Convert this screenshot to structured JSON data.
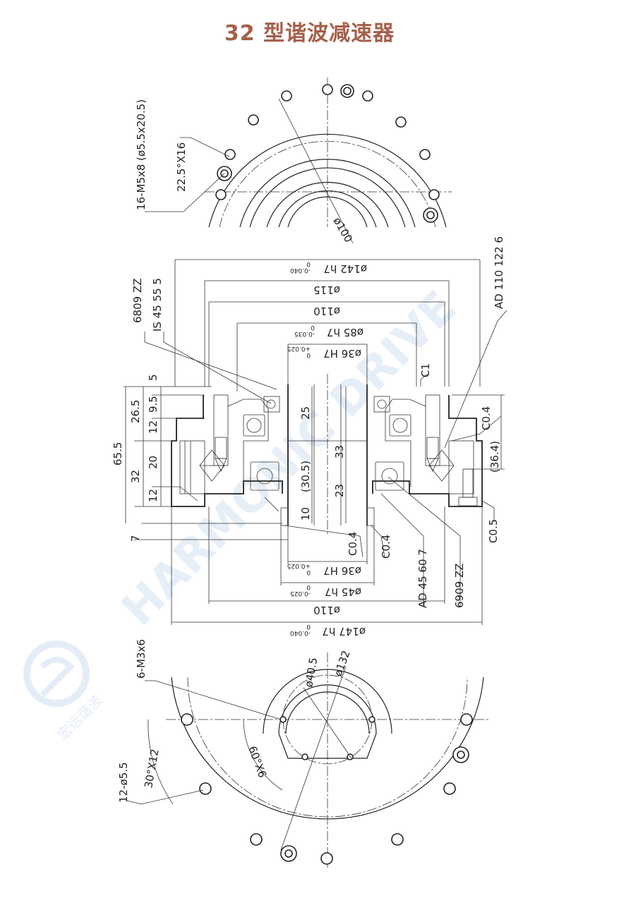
{
  "title": "32 型谐波减速器",
  "watermark": {
    "text": "HARMONIC DRIVE",
    "sub": "宏远谐波"
  },
  "top_view": {
    "holes_label": "16-M5x8 (ø5.5x20.5)",
    "angle_label": "22.5°X16",
    "diameter_label": "ø100"
  },
  "section": {
    "d142": "ø142 h7",
    "d142_tol_upper": "0",
    "d142_tol_lower": "-0.040",
    "d115": "ø115",
    "d110_top": "ø110",
    "d85": "ø85 h7",
    "d85_tol_upper": "0",
    "d85_tol_lower": "-0.035",
    "d36_top": "ø36 H7",
    "d36_top_tol_upper": "+0.025",
    "d36_top_tol_lower": "0",
    "bearing_6809": "6809 ZZ",
    "seal_is": "IS 45 55 5",
    "seal_ad_top": "AD 110 122 6",
    "c1": "C1",
    "c04_right": "C0.4",
    "c05": "C0.5",
    "c04_a": "C0.4",
    "c04_b": "C0.4",
    "dim_364": "(36.4)",
    "dim_305": "(30.5)",
    "dim_5": "5",
    "dim_95": "9.5",
    "dim_265": "26.5",
    "dim_12a": "12",
    "dim_20": "20",
    "dim_655": "65.5",
    "dim_32": "32",
    "dim_12b": "12",
    "dim_7": "7",
    "dim_25": "25",
    "dim_33": "33",
    "dim_23": "23",
    "dim_10": "10",
    "d36_bot": "ø36 H7",
    "d36_bot_tol_upper": "+0.025",
    "d36_bot_tol_lower": "0",
    "d45": "ø45 h7",
    "d45_tol_upper": "0",
    "d45_tol_lower": "-0.025",
    "d110_bot": "ø110",
    "d147": "ø147 h7",
    "d147_tol_upper": "0",
    "d147_tol_lower": "-0.040",
    "seal_ad_bot": "AD 45 60 7",
    "bearing_6909": "6909 ZZ"
  },
  "bottom_view": {
    "holes_m3": "6-M3x6",
    "d405": "ø40.5",
    "d132": "ø132",
    "angle_60": "60°X6",
    "holes_55": "12-ø5.5",
    "angle_30": "30°X12"
  }
}
